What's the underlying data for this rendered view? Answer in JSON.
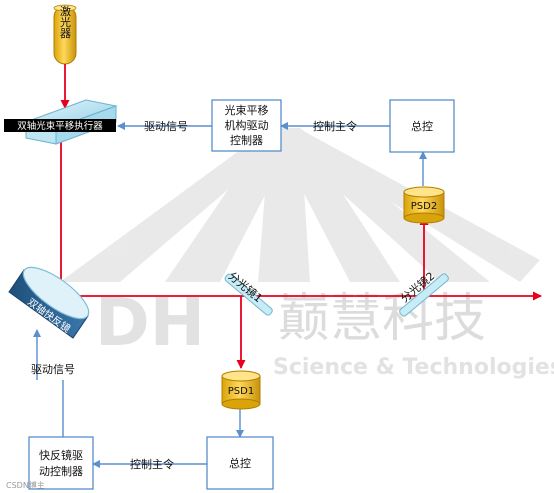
{
  "colors": {
    "box_border": "#4a86c8",
    "beam": "#e8001c",
    "arrow": "#5b8fd0",
    "laser": "#f0c419",
    "watermark": "#d9d9d9"
  },
  "laser": {
    "label": "激光器"
  },
  "galvo_actuator": {
    "label": "双轴光束平移执行器"
  },
  "fast_mirror": {
    "label": "双轴快反镜"
  },
  "translation_driver": {
    "line1": "光束平移",
    "line2": "机构驱动",
    "line3": "控制器"
  },
  "master_top": {
    "label": "总控"
  },
  "master_bottom": {
    "label": "总控"
  },
  "fsm_driver": {
    "line1": "快反镜驱",
    "line2": "动控制器"
  },
  "psd1": {
    "label": "PSD1"
  },
  "psd2": {
    "label": "PSD2"
  },
  "splitter1": {
    "label": "分光镜1"
  },
  "splitter2": {
    "label": "分光镜2"
  },
  "signals": {
    "drive_top": "驱动信号",
    "drive_left": "驱动信号",
    "control_top": "控制主令",
    "control_bottom": "控制主令"
  },
  "watermark": {
    "logo": "DH",
    "company": "巅慧科技",
    "tagline": "Science & Technologies"
  },
  "corner_mark": "CSDN博主"
}
